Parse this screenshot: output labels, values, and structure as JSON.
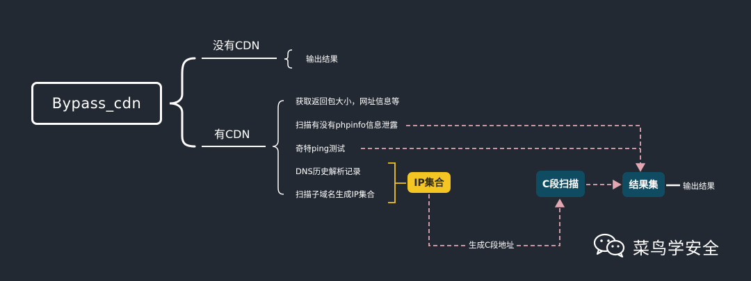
{
  "root": {
    "label": "Bypass_cdn"
  },
  "branches": {
    "no_cdn": {
      "label": "没有CDN",
      "items": [
        "输出结果"
      ]
    },
    "has_cdn": {
      "label": "有CDN",
      "items": [
        "获取返回包大小，网址信息等",
        "扫描有没有phpinfo信息泄露",
        "奇特ping测试",
        "DNS历史解析记录",
        "扫描子域名生成IP集合"
      ]
    }
  },
  "nodes": {
    "ip_set": "IP集合",
    "c_scan": "C段扫描",
    "result_set": "结果集",
    "output": "输出结果"
  },
  "edges": {
    "ip_to_c": "生成C段地址"
  },
  "watermark": {
    "text": "菜鸟学安全",
    "icon": "wechat-icon"
  },
  "colors": {
    "background": "#232932",
    "line": "#ffffff",
    "dashed": "#e2a7b3",
    "ip_fill": "#f3c623",
    "node_fill": "#0f4c61",
    "bracket": "#f3c623"
  }
}
